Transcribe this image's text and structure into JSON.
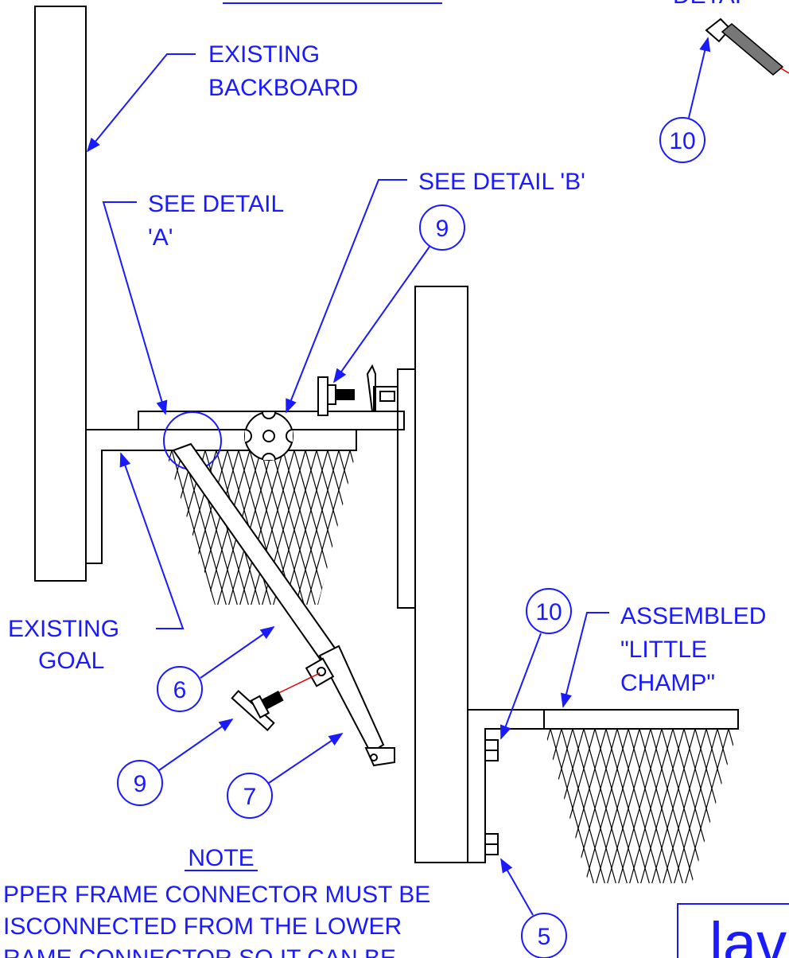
{
  "labels": {
    "existing_backboard": [
      "EXISTING",
      "BACKBOARD"
    ],
    "see_detail_a": [
      "SEE DETAIL",
      "'A'"
    ],
    "see_detail_b": "SEE DETAIL 'B'",
    "existing_goal": [
      "EXISTING",
      "GOAL"
    ],
    "assembled": [
      "ASSEMBLED",
      "\"LITTLE",
      "CHAMP\""
    ],
    "detail_header": "DETAI",
    "title_block_text": "lav"
  },
  "balloons": {
    "b10_top": "10",
    "b9_top": "9",
    "b10_mid": "10",
    "b6": "6",
    "b9_bottom": "9",
    "b7": "7",
    "b5": "5"
  },
  "note": {
    "heading": "NOTE",
    "lines": [
      "PPER FRAME CONNECTOR MUST BE",
      "ISCONNECTED FROM THE LOWER",
      "RAME CONNECTOR SO IT CAN BE"
    ]
  },
  "colors": {
    "annotation": "#1a1aff",
    "linework": "#000000",
    "centerline": "#e00000"
  }
}
